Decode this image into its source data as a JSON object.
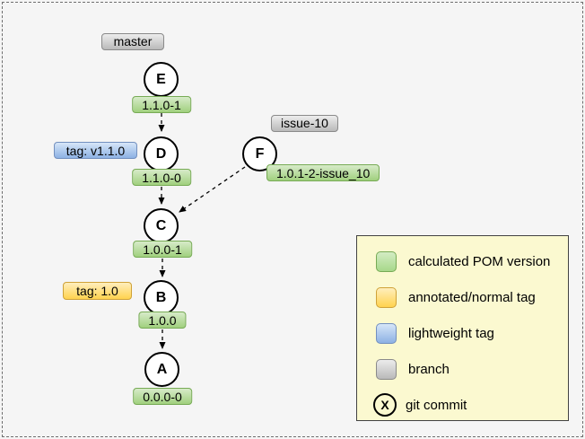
{
  "diagram": {
    "branch_labels": [
      {
        "text": "master"
      },
      {
        "text": "issue-10"
      }
    ],
    "tags": [
      {
        "text": "tag: v1.1.0",
        "type": "lightweight"
      },
      {
        "text": "tag: 1.0",
        "type": "annotated"
      }
    ],
    "commits": [
      {
        "letter": "E",
        "version": "1.1.0-1"
      },
      {
        "letter": "D",
        "version": "1.1.0-0"
      },
      {
        "letter": "F",
        "version": "1.0.1-2-issue_10"
      },
      {
        "letter": "C",
        "version": "1.0.0-1"
      },
      {
        "letter": "B",
        "version": "1.0.0"
      },
      {
        "letter": "A",
        "version": "0.0.0-0"
      }
    ]
  },
  "legend": {
    "items": [
      {
        "label": "calculated POM version",
        "swatch": "green"
      },
      {
        "label": "annotated/normal tag",
        "swatch": "yellow"
      },
      {
        "label": "lightweight tag",
        "swatch": "blue"
      },
      {
        "label": "branch",
        "swatch": "gray"
      },
      {
        "label": "git commit",
        "swatch": "commit-circle",
        "icon_letter": "X"
      }
    ]
  },
  "colors": {
    "background": "#f5f5f5",
    "legend_background": "#fbf9d0",
    "pom_green": "#a0d07e",
    "tag_yellow": "#ffd34f",
    "tag_blue": "#8db1e4",
    "branch_gray": "#bdbdbd",
    "line": "#000000"
  }
}
